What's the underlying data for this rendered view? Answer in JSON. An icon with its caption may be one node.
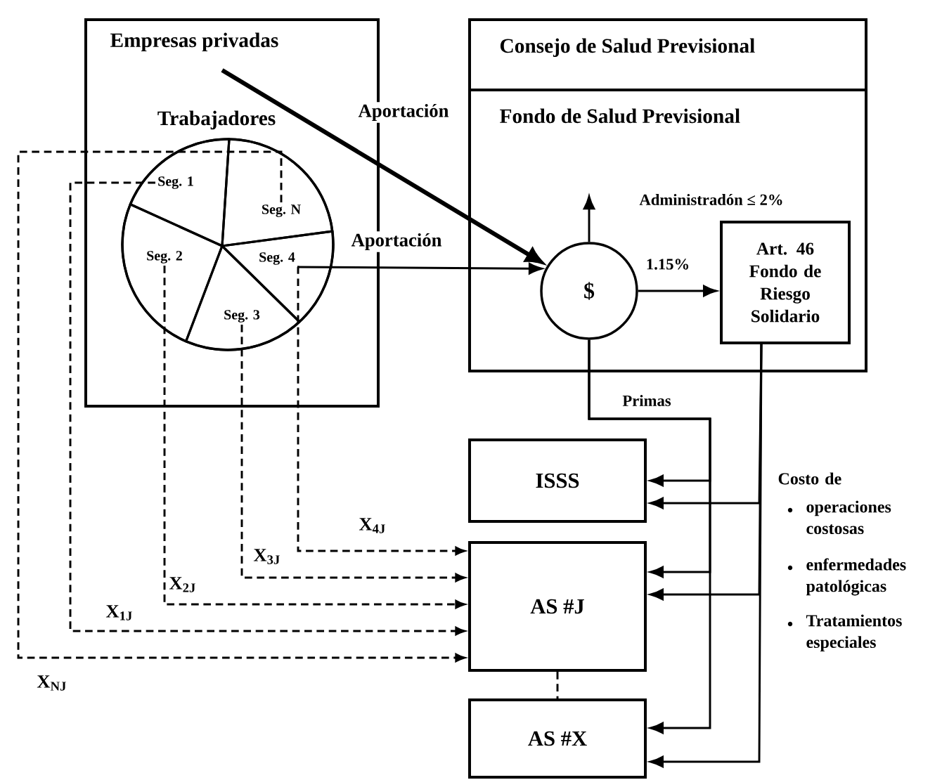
{
  "diagram": {
    "nodes": [
      {
        "text": [
          "Empresas privadas"
        ]
      },
      {
        "text": [
          "Trabajadores"
        ],
        "in": 0
      },
      {
        "text": [
          "Seg. 1"
        ],
        "in": 1
      },
      {
        "text": [
          "Seg. N"
        ],
        "in": 1
      },
      {
        "text": [
          "Seg. 2"
        ],
        "in": 1
      },
      {
        "text": [
          "Seg. 4"
        ],
        "in": 1
      },
      {
        "text": [
          "Seg. 3"
        ],
        "in": 1
      },
      {
        "text": [
          "Consejo de Salud Previsional"
        ]
      },
      {
        "text": [
          "Fondo de Salud Previsional"
        ],
        "in": 7
      },
      {
        "text": [
          "$"
        ],
        "in": 8
      },
      {
        "text": [
          "Art. 46 Fondo de Riesgo Solidario"
        ],
        "in": 8
      },
      {
        "text": [
          "ISSS"
        ]
      },
      {
        "text": [
          "AS #J"
        ]
      },
      {
        "text": [
          "AS #X"
        ]
      }
    ],
    "edges": [
      {
        "from": 0,
        "to": 9,
        "arrow": "to",
        "label": "Aportación",
        "style": "thick"
      },
      {
        "from": 5,
        "to": 9,
        "arrow": "to",
        "label": "Aportación"
      },
      {
        "from": 9,
        "to": null,
        "arrow": "to",
        "label": "Administradón ≤ 2%"
      },
      {
        "from": 9,
        "to": 10,
        "arrow": "to",
        "label": "1.15%"
      },
      {
        "from": 9,
        "to": 11,
        "arrow": "to",
        "label": "Primas"
      },
      {
        "from": 9,
        "to": 12,
        "arrow": "to"
      },
      {
        "from": 9,
        "to": 13,
        "arrow": "to"
      },
      {
        "from": 10,
        "to": 11,
        "arrow": "to"
      },
      {
        "from": 10,
        "to": 12,
        "arrow": "to"
      },
      {
        "from": 10,
        "to": 13,
        "arrow": "to"
      },
      {
        "from": 5,
        "to": 12,
        "arrow": "to",
        "label": "X$_{4J}$",
        "style": "dashed"
      },
      {
        "from": 6,
        "to": 12,
        "arrow": "to",
        "label": "X$_{3J}$",
        "style": "dashed"
      },
      {
        "from": 4,
        "to": 12,
        "arrow": "to",
        "label": "X$_{2J}$",
        "style": "dashed"
      },
      {
        "from": 2,
        "to": 12,
        "arrow": "to",
        "label": "X$_{1J}$",
        "style": "dashed"
      },
      {
        "from": 3,
        "to": 12,
        "arrow": "to",
        "label": "X$_{NJ}$",
        "style": "dashed"
      },
      {
        "from": 12,
        "to": 13,
        "arrow": "none",
        "style": "dashed"
      }
    ],
    "labels": [
      "Costo de",
      "operaciones costosas",
      "enfermedades patológicas",
      "Tratamientos especiales"
    ]
  }
}
